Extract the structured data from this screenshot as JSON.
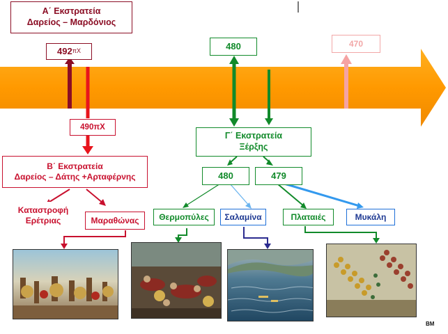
{
  "campaign_a": {
    "line1": "Α΄ Εκστρατεία",
    "line2": "Δαρείος – Μαρδόνιος"
  },
  "year_492": {
    "num": "492",
    "suffix": "πΧ"
  },
  "year_490": "490πΧ",
  "campaign_b": {
    "line1": "Β΄ Εκστρατεία",
    "line2": "Δαρείος  – Δάτης +Αρταφέρνης"
  },
  "eretria": {
    "line1": "Καταστροφή",
    "line2": "Ερέτριας"
  },
  "marathon": "Μαραθώνας",
  "year_480_top": "480",
  "year_470": "470",
  "campaign_c": {
    "line1": "Γ΄ Εκστρατεία",
    "line2": "Ξέρξης"
  },
  "year_480": "480",
  "year_479": "479",
  "thermopylae": "Θερμοπύλες",
  "salamis": "Σαλαμίνα",
  "plataea": "Πλαταιές",
  "mycale": "Μυκάλη",
  "credit": "BM",
  "colors": {
    "timeline": "#ff9900",
    "red": "#c8102e",
    "dark_red": "#8b0d24",
    "green": "#118a2a",
    "blue": "#1e6fd8",
    "pink": "#f5a3a3"
  }
}
